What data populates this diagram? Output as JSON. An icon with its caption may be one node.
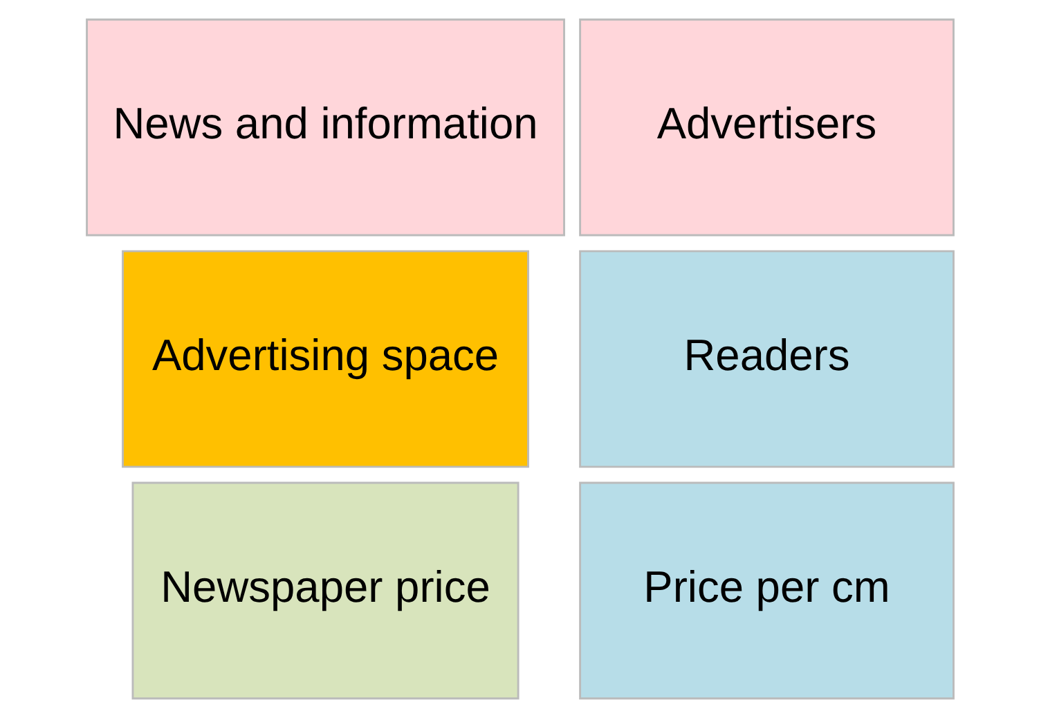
{
  "diagram": {
    "nodes": [
      {
        "text": [
          "Advertisers"
        ]
      },
      {
        "text": [
          "Readers"
        ]
      },
      {
        "text": [
          "Advertising space"
        ]
      },
      {
        "text": [
          "Price per cm"
        ]
      },
      {
        "text": [
          "News and information"
        ]
      },
      {
        "text": [
          "Newspaper price"
        ]
      }
    ]
  }
}
